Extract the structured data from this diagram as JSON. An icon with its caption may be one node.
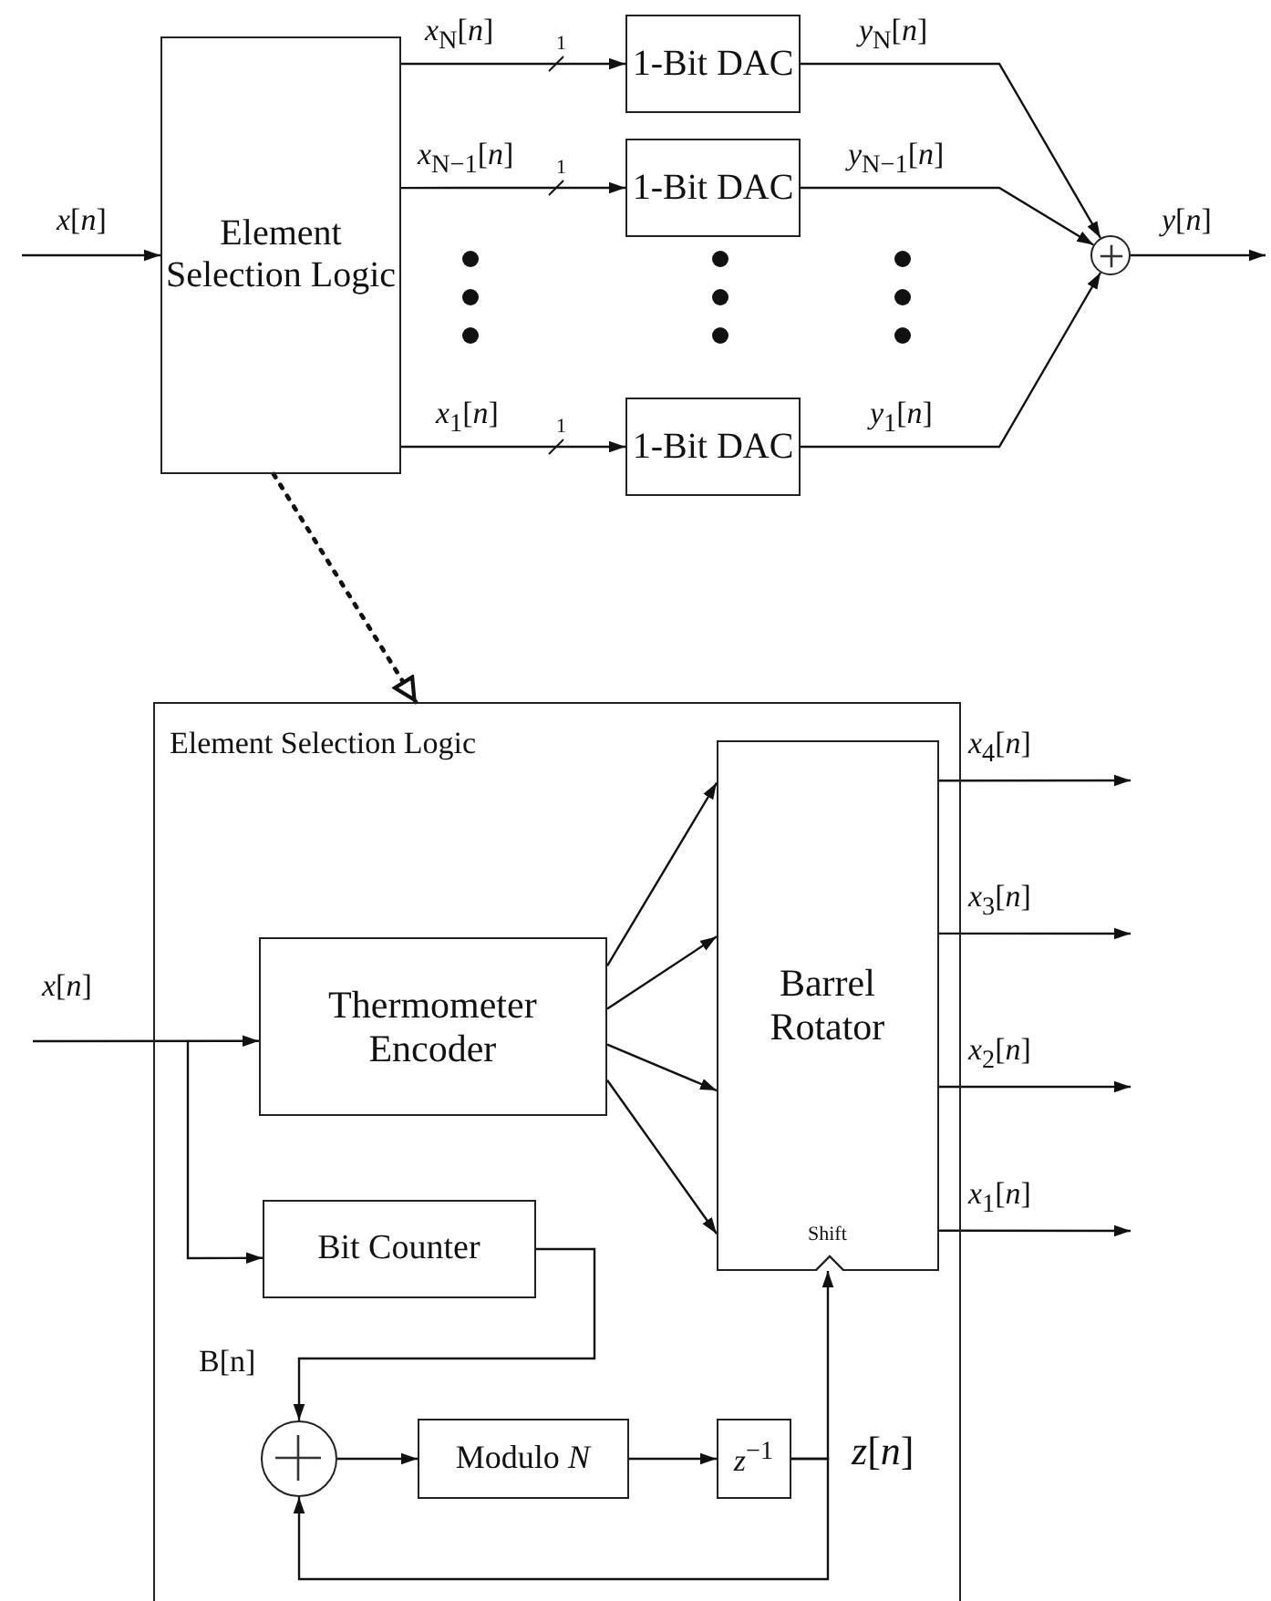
{
  "diagram": {
    "nodes": [
      {
        "text": [
          "Element Selection Logic"
        ]
      },
      {
        "text": [
          "1-Bit DAC"
        ]
      },
      {
        "text": [
          "1-Bit DAC"
        ]
      },
      {
        "text": [
          "1-Bit DAC"
        ]
      },
      {
        "text": [],
        "shape": "circle"
      },
      {
        "text": [
          "Element Selection Logic"
        ]
      },
      {
        "text": [
          "Thermometer Encoder"
        ],
        "in": 5
      },
      {
        "text": [
          "Barrel Rotator",
          "Shift"
        ],
        "in": 5
      },
      {
        "text": [
          "Bit Counter"
        ],
        "in": 5
      },
      {
        "text": [],
        "shape": "circle",
        "in": 5
      },
      {
        "text": [
          "Modulo *N*"
        ],
        "in": 5
      },
      {
        "text": [
          "*z*$^{−1}$"
        ],
        "in": 5
      }
    ],
    "edges": [
      {
        "from": null,
        "to": 0,
        "arrow": "to",
        "label": "*x*[*n*]"
      },
      {
        "from": 0,
        "to": 1,
        "arrow": "to",
        "label": "*x*$_{N}$[*n*]"
      },
      {
        "from": 0,
        "to": 2,
        "arrow": "to",
        "label": "*x*$_{N−1}$[*n*]"
      },
      {
        "from": 0,
        "to": 3,
        "arrow": "to",
        "label": "*x*$_{1}$[*n*]"
      },
      {
        "from": 1,
        "to": 4,
        "arrow": "to",
        "label": "*y*$_{N}$[*n*]"
      },
      {
        "from": 2,
        "to": 4,
        "arrow": "to",
        "label": "*y*$_{N−1}$[*n*]"
      },
      {
        "from": 3,
        "to": 4,
        "arrow": "to",
        "label": "*y*$_{1}$[*n*]"
      },
      {
        "from": 4,
        "to": null,
        "arrow": "to",
        "label": "*y*[*n*]"
      },
      {
        "from": 0,
        "to": 5,
        "arrow": "to",
        "style": "dashed"
      },
      {
        "from": null,
        "to": 6,
        "arrow": "to",
        "label": "*x*[*n*]"
      },
      {
        "from": null,
        "to": 8,
        "arrow": "to"
      },
      {
        "from": 6,
        "to": 7,
        "arrow": "to"
      },
      {
        "from": 6,
        "to": 7,
        "arrow": "to"
      },
      {
        "from": 6,
        "to": 7,
        "arrow": "to"
      },
      {
        "from": 6,
        "to": 7,
        "arrow": "to"
      },
      {
        "from": 7,
        "to": null,
        "arrow": "to",
        "label": "*x*$_{4}$[*n*]"
      },
      {
        "from": 7,
        "to": null,
        "arrow": "to",
        "label": "*x*$_{3}$[*n*]"
      },
      {
        "from": 7,
        "to": null,
        "arrow": "to",
        "label": "*x*$_{2}$[*n*]"
      },
      {
        "from": 7,
        "to": null,
        "arrow": "to",
        "label": "*x*$_{1}$[*n*]"
      },
      {
        "from": 8,
        "to": 9,
        "arrow": "to",
        "label": "B[n]"
      },
      {
        "from": 9,
        "to": 10,
        "arrow": "to"
      },
      {
        "from": 10,
        "to": 11,
        "arrow": "to"
      },
      {
        "from": 11,
        "to": 7,
        "arrow": "to",
        "label": "*z*[*n*]"
      },
      {
        "from": 11,
        "to": 9,
        "arrow": "to"
      }
    ],
    "labels": [
      "1",
      "1",
      "1"
    ]
  }
}
